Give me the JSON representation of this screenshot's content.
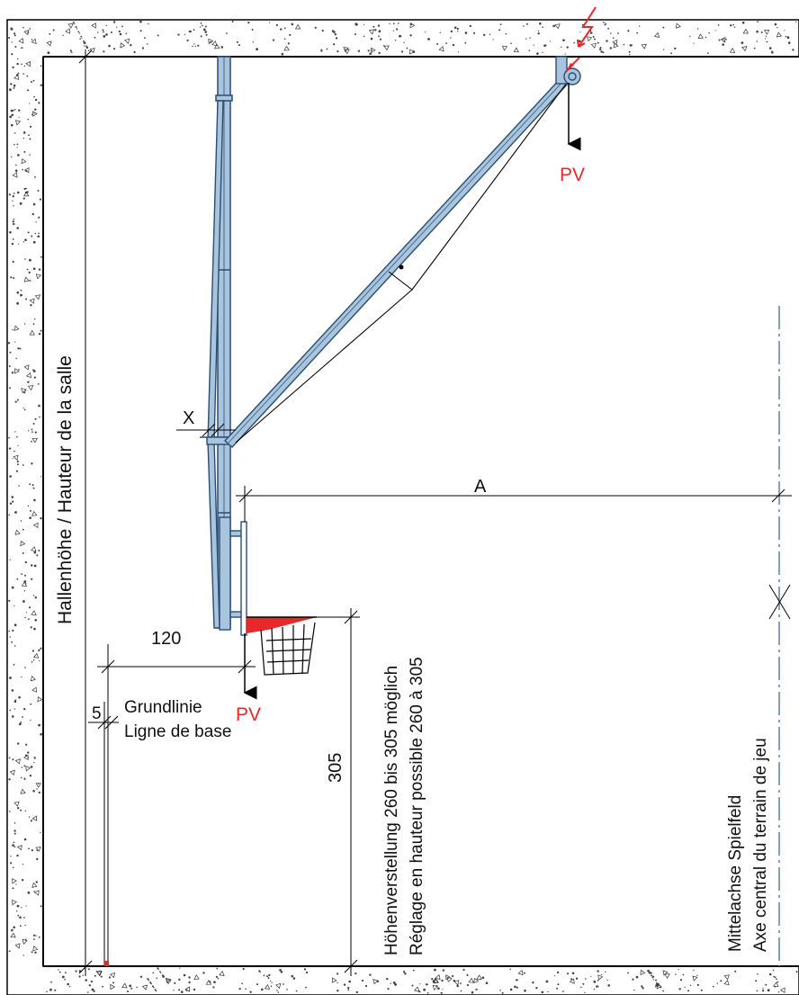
{
  "dimensions": {
    "x_label": "X",
    "a_label": "A",
    "reach": "120",
    "rim_height": "305",
    "baseline_offset": "5"
  },
  "labels": {
    "hall_height": "Hallenhöhe / Hauteur de la salle",
    "pv_top": "PV",
    "pv_bottom": "PV",
    "baseline_de": "Grundlinie",
    "baseline_fr": "Ligne de base",
    "height_adjust_de": "Höhenverstellung 260 bis 305 möglich",
    "height_adjust_fr": "Réglage en hauteur possible 260 à 305",
    "court_axis_de": "Mittelachse Spielfeld",
    "court_axis_fr": "Axe central du terrain de jeu"
  },
  "colors": {
    "steel": "#a9c4dd",
    "steel_outline": "#2b4d73",
    "red": "#e8282b",
    "axis_line": "#5a82b5",
    "concrete": "#ffffff"
  }
}
